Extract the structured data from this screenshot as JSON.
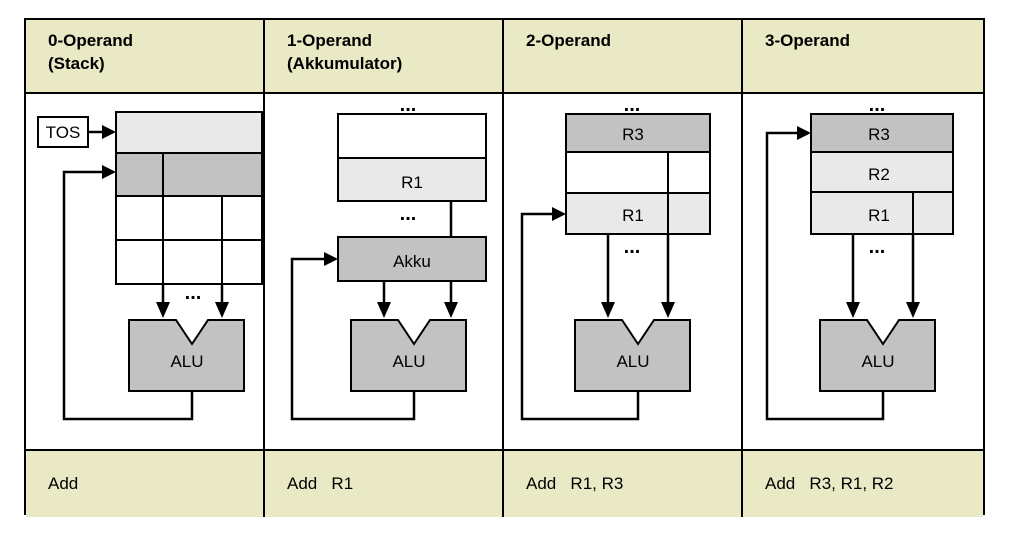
{
  "diagram": {
    "title_columns": [
      {
        "line1": "0-Operand",
        "line2": "(Stack)"
      },
      {
        "line1": "1-Operand",
        "line2": "(Akkumulator)"
      },
      {
        "line1": "2-Operand",
        "line2": ""
      },
      {
        "line1": "3-Operand",
        "line2": ""
      }
    ],
    "instructions": [
      "Add",
      "Add   R1",
      "Add   R1, R3",
      "Add   R3, R1, R2"
    ],
    "colors": {
      "header_bg": "#e9e9c6",
      "footer_bg": "#e9e9c6",
      "cell_white": "#ffffff",
      "cell_light_gray": "#e9e9e9",
      "cell_mid_gray": "#c2c2c2",
      "alu_fill": "#c2c2c2",
      "stroke": "#000000",
      "page_bg": "#ffffff"
    },
    "columns": [
      {
        "id": "stack",
        "alu_label": "ALU",
        "pointer_label": "TOS",
        "ellipsis": "...",
        "stack_cells": [
          {
            "label": "",
            "fill": "light"
          },
          {
            "label": "",
            "fill": "mid"
          },
          {
            "label": "",
            "fill": "white"
          },
          {
            "label": "",
            "fill": "white"
          }
        ]
      },
      {
        "id": "accumulator",
        "alu_label": "ALU",
        "accumulator_label": "Akku",
        "ellipsis_top": "...",
        "ellipsis_mid": "...",
        "register_cells": [
          {
            "label": "",
            "fill": "white"
          },
          {
            "label": "R1",
            "fill": "light"
          }
        ]
      },
      {
        "id": "two-operand",
        "alu_label": "ALU",
        "ellipsis_top": "...",
        "ellipsis_mid": "...",
        "register_cells": [
          {
            "label": "R3",
            "fill": "mid"
          },
          {
            "label": "",
            "fill": "white"
          },
          {
            "label": "R1",
            "fill": "light"
          }
        ]
      },
      {
        "id": "three-operand",
        "alu_label": "ALU",
        "ellipsis_top": "...",
        "ellipsis_mid": "...",
        "register_cells": [
          {
            "label": "R3",
            "fill": "mid"
          },
          {
            "label": "R2",
            "fill": "light"
          },
          {
            "label": "R1",
            "fill": "light"
          }
        ]
      }
    ]
  }
}
